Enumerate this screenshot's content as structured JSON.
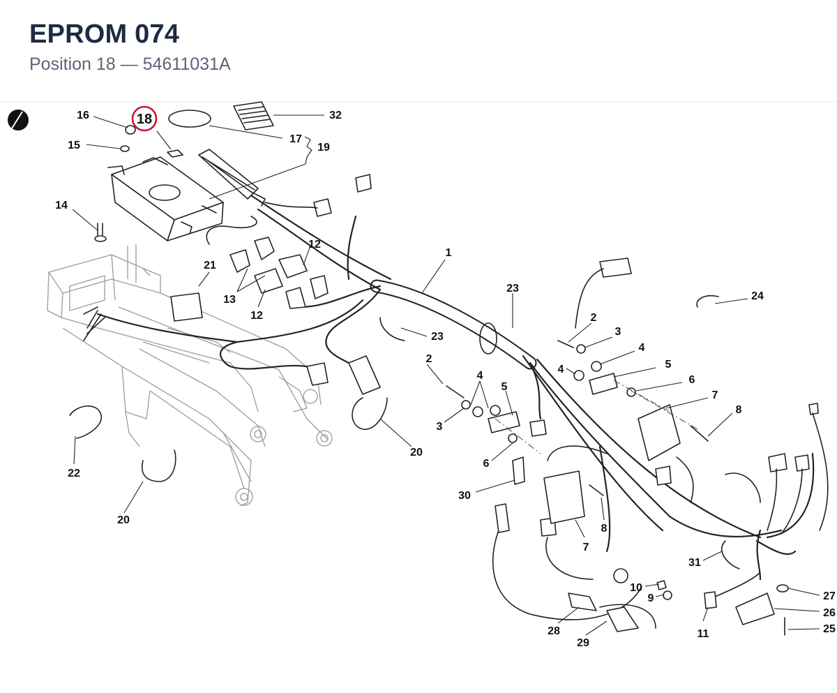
{
  "header": {
    "title": "EPROM 074",
    "subtitle": "Position 18 — 54611031A"
  },
  "diagram": {
    "highlighted_callout": "18",
    "highlight_color": "#c8102e",
    "callouts": {
      "c1": "1",
      "c2a": "2",
      "c2b": "2",
      "c3a": "3",
      "c3b": "3",
      "c4a": "4",
      "c4b": "4",
      "c4c": "4",
      "c5a": "5",
      "c5b": "5",
      "c6a": "6",
      "c6b": "6",
      "c7a": "7",
      "c7b": "7",
      "c8a": "8",
      "c8b": "8",
      "c9": "9",
      "c10": "10",
      "c11": "11",
      "c12a": "12",
      "c12b": "12",
      "c13": "13",
      "c14": "14",
      "c15": "15",
      "c16": "16",
      "c17": "17",
      "c18": "18",
      "c19": "19",
      "c20a": "20",
      "c20b": "20",
      "c21": "21",
      "c22": "22",
      "c23a": "23",
      "c23b": "23",
      "c24": "24",
      "c25": "25",
      "c26": "26",
      "c27": "27",
      "c28": "28",
      "c29": "29",
      "c30": "30",
      "c31": "31",
      "c32": "32"
    }
  }
}
